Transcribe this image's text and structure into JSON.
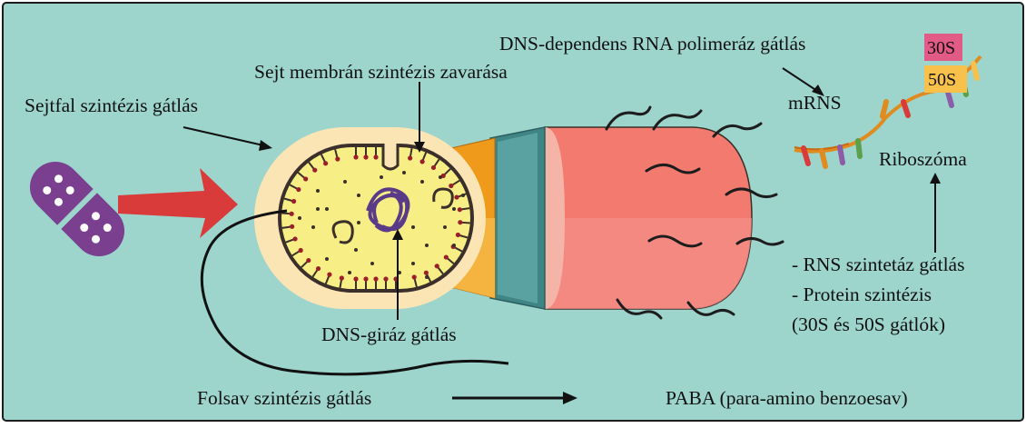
{
  "colors": {
    "background": "#9dd5cd",
    "border": "#1d1d1d",
    "capsule": "#fbe5b4",
    "cytoplasm": "#f7ee86",
    "membrane": "#3a2f2a",
    "inner_dots": "#9b1f2b",
    "dna": "#5a3b87",
    "cell_wall_orange": "#f09a1c",
    "teal": "#3f8585",
    "pink_body": "#f37a6f",
    "arrow_red": "#d93a3a",
    "antibiotic": "#7a3f8e",
    "label_30s": "#e25a86",
    "label_50s": "#f8c14c",
    "mrna_strand": "#e08b1f"
  },
  "labels": {
    "rna_polymerase": "DNS-dependens RNA polimeráz gátlás",
    "membrane_synthesis": "Sejt membrán szintézis zavarása",
    "cell_wall_synthesis": "Sejtfal szintézis gátlás",
    "mrna": "mRNS",
    "ribosome": "Riboszóma",
    "tag_30s": "30S",
    "tag_50s": "50S",
    "rns_synthetase": "- RNS szintetáz gátlás",
    "protein_synthesis": "- Protein szintézis",
    "protein_inhibitors": "(30S és 50S gátlók)",
    "dna_gyrase": "DNS-giráz gátlás",
    "folate_synthesis": "Folsav szintézis gátlás",
    "paba": "PABA (para-amino benzoesav)"
  },
  "icons": [
    "antibiotic-capsule-icon",
    "red-arrow-icon",
    "bacterium-icon",
    "mrna-ribosome-icon"
  ]
}
